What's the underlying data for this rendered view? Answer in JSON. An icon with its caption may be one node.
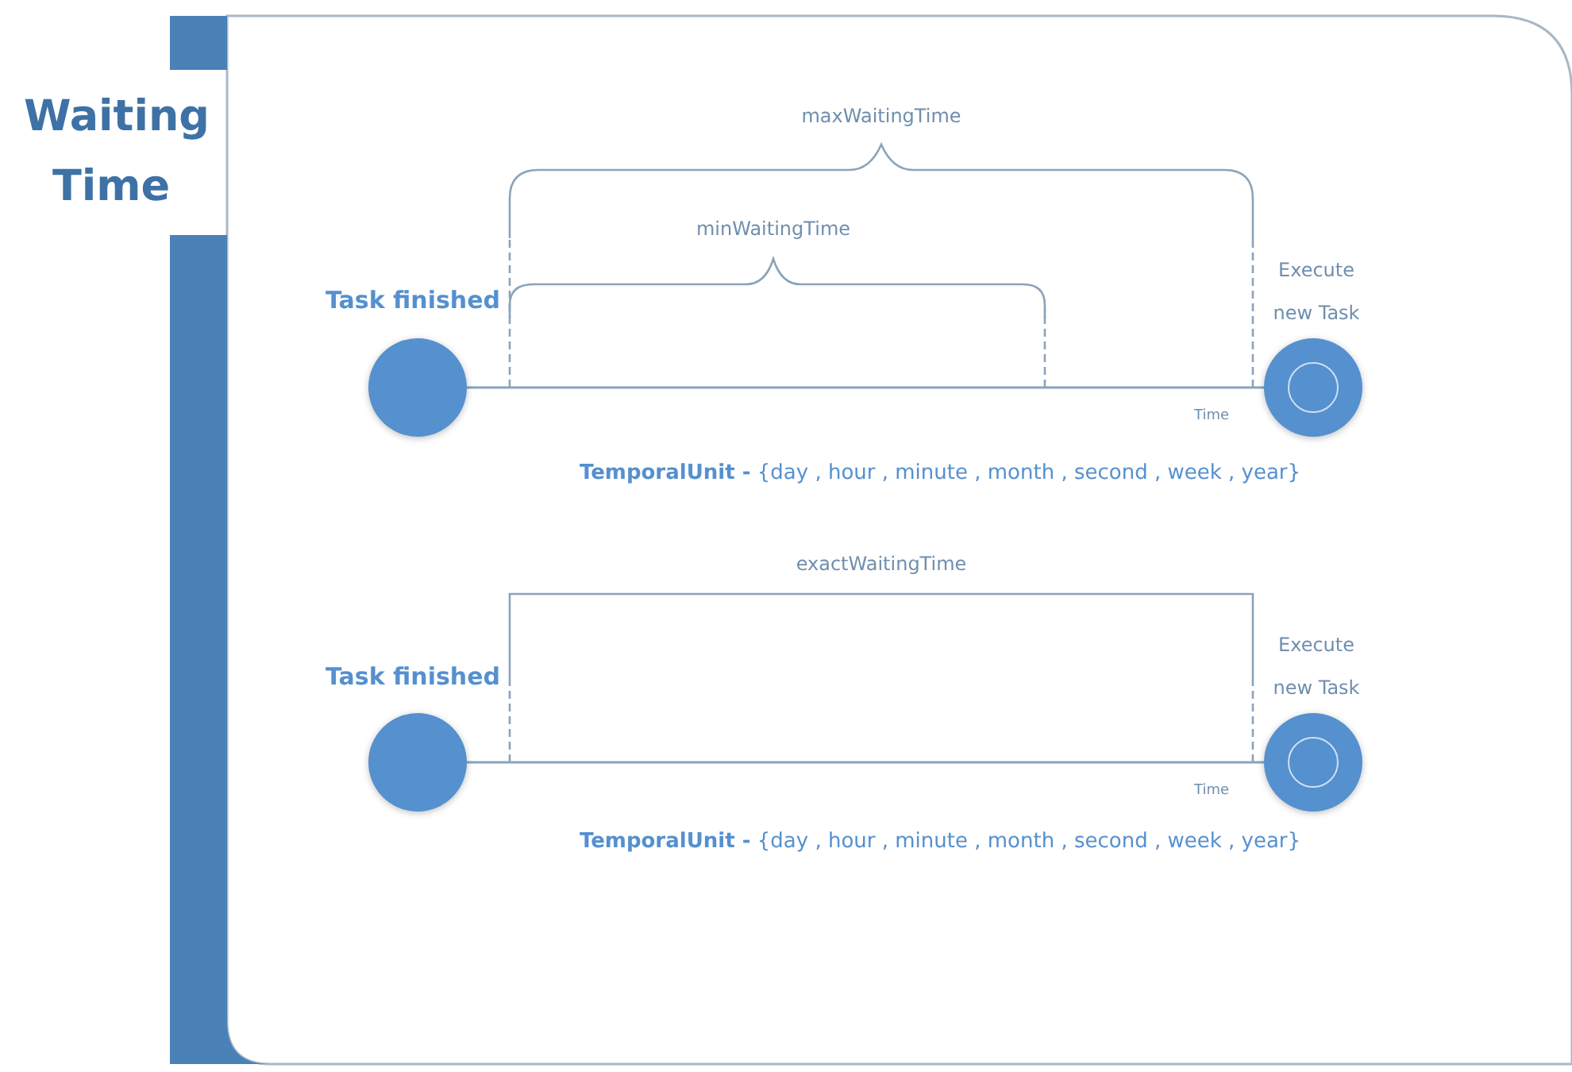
{
  "diagram": {
    "title": "Waiting Time",
    "nodes": [
      {
        "text": [],
        "shape": "circle",
        "beside": [
          "Task finished"
        ]
      },
      {
        "text": [],
        "shape": "circle",
        "beside": [
          "Execute new Task"
        ]
      },
      {
        "text": [],
        "shape": "circle",
        "beside": [
          "Task finished"
        ]
      },
      {
        "text": [],
        "shape": "circle",
        "beside": [
          "Execute new Task"
        ]
      }
    ],
    "edges": [
      {
        "from": 0,
        "to": 1,
        "arrow": "none",
        "label": "Time"
      },
      {
        "from": 2,
        "to": 3,
        "arrow": "none",
        "label": "Time"
      }
    ],
    "labels": [
      "maxWaitingTime",
      "minWaitingTime",
      "**TemporalUnit -** {day , hour , minute , month , second , week , year}",
      "exactWaitingTime",
      "**TemporalUnit -** {day , hour , minute , month , second , week , year}"
    ]
  }
}
